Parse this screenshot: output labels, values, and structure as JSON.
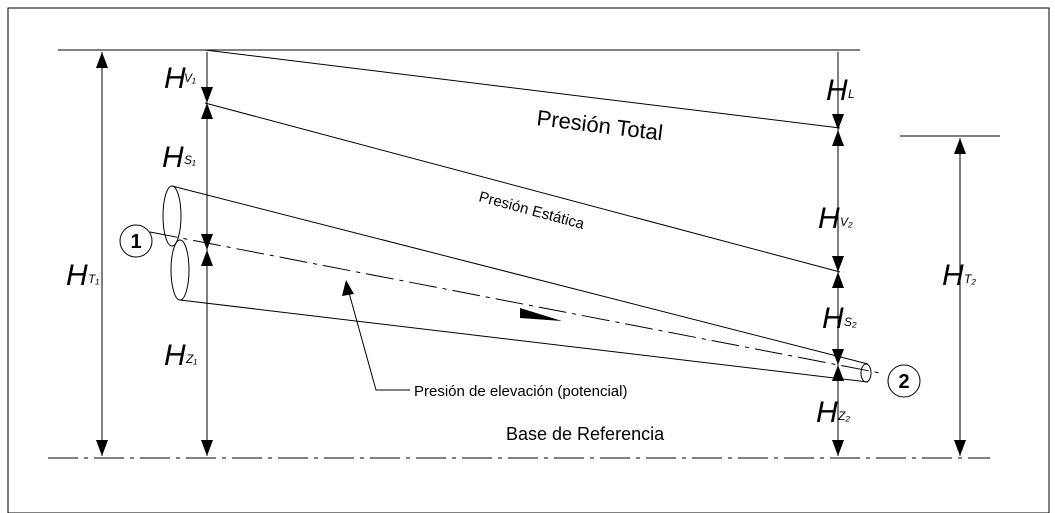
{
  "labels": {
    "hv1_main": "H",
    "hv1_sub": "V₁",
    "hs1_main": "H",
    "hs1_sub": "S₁",
    "ht1_main": "H",
    "ht1_sub": "T₁",
    "hz1_main": "H",
    "hz1_sub": "Z₁",
    "hl_main": "H",
    "hl_sub": "L",
    "hv2_main": "H",
    "hv2_sub": "V₂",
    "hs2_main": "H",
    "hs2_sub": "S₂",
    "hz2_main": "H",
    "hz2_sub": "Z₂",
    "ht2_main": "H",
    "ht2_sub": "T₂",
    "presion_total": "Presión Total",
    "presion_estatica": "Presión Estática",
    "presion_elevacion": "Presión de elevación (potencial)",
    "base_referencia": "Base de Referencia",
    "point_1": "1",
    "point_2": "2"
  }
}
